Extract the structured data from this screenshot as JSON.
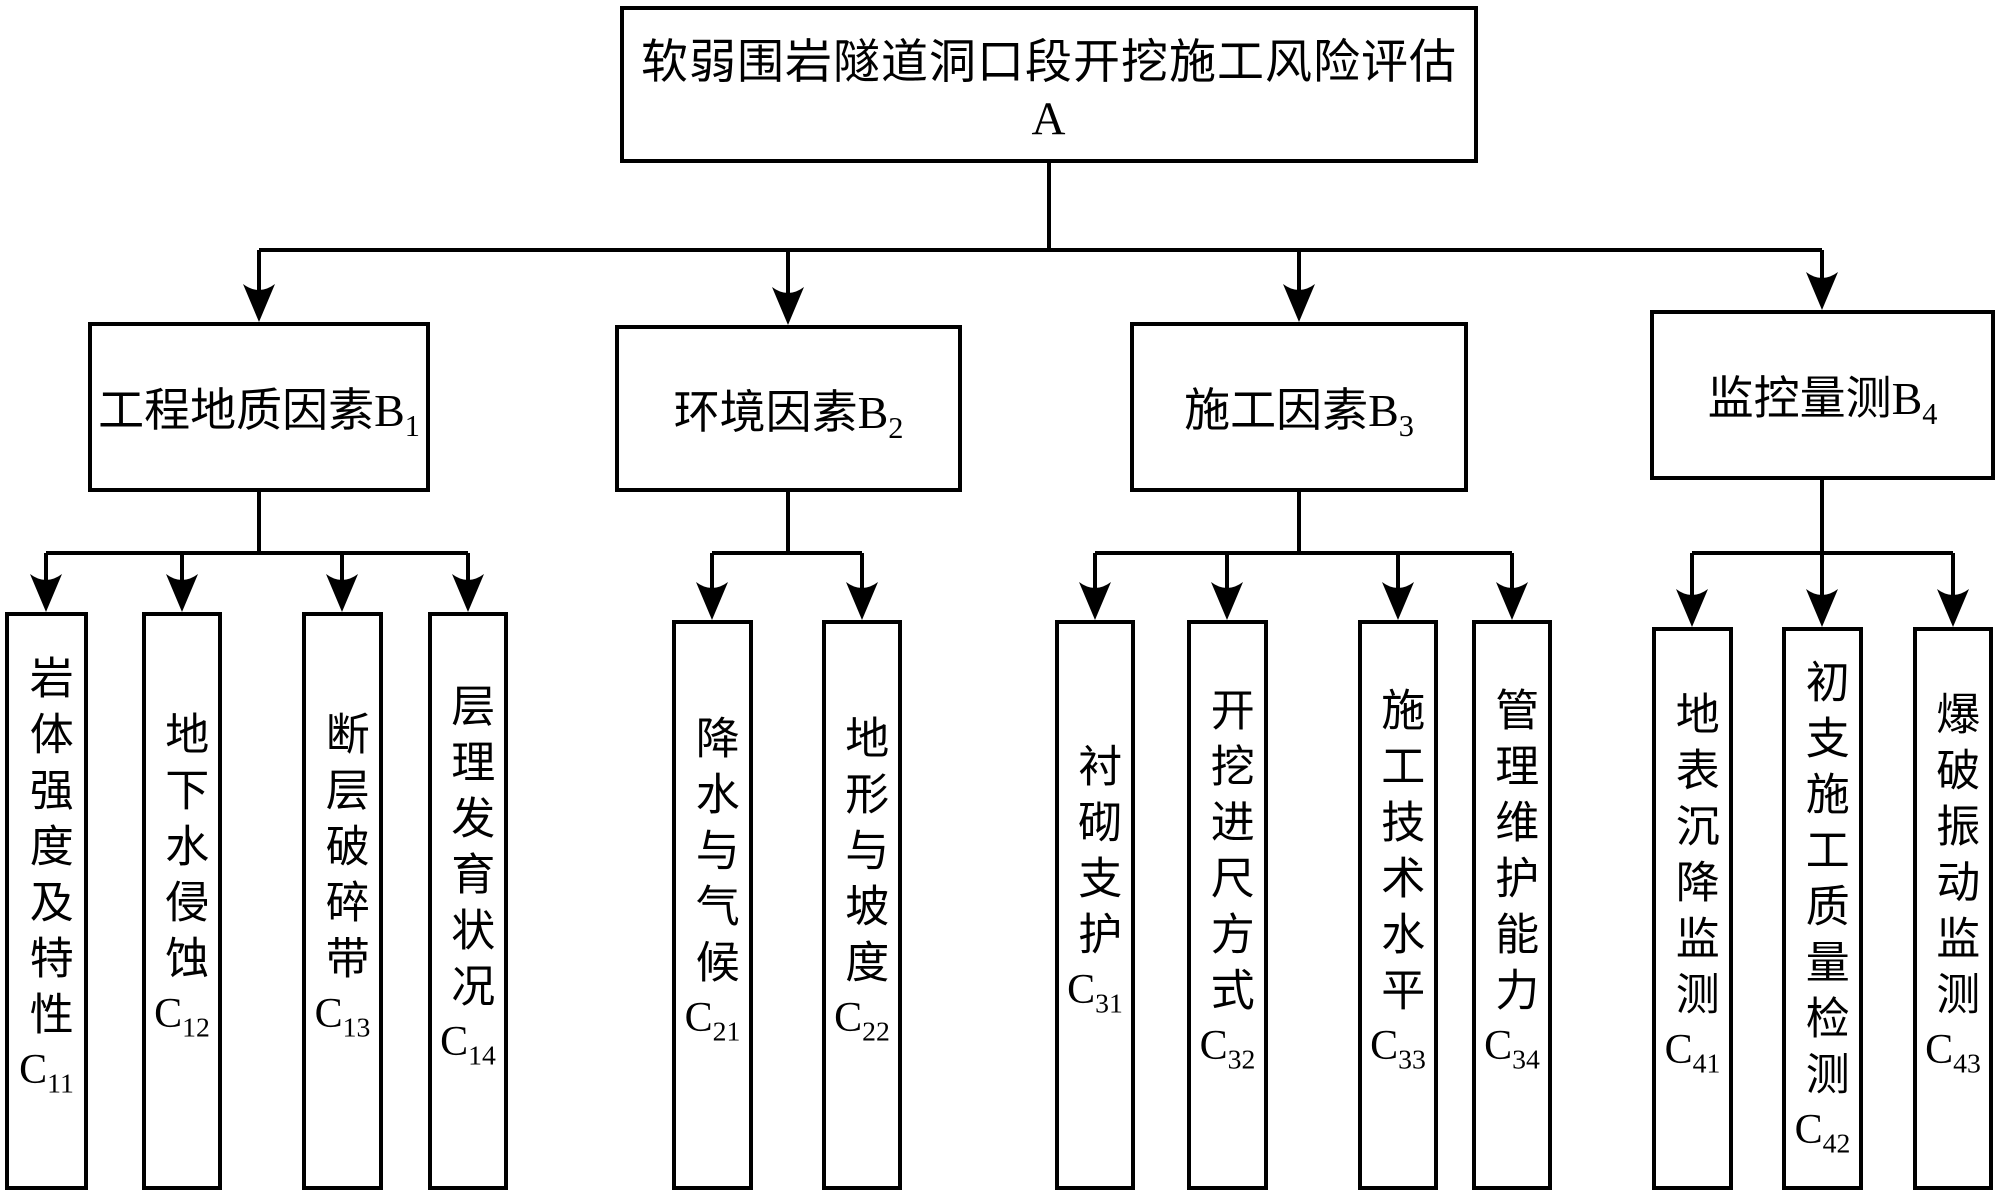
{
  "colors": {
    "line": "#000000",
    "box_border": "#000000",
    "background": "#ffffff",
    "text": "#000000"
  },
  "tree": {
    "root": {
      "label": "软弱围岩隧道洞口段开挖施工风险评估A"
    },
    "b_nodes": [
      {
        "label": "工程地质因素B",
        "sub": "1"
      },
      {
        "label": "环境因素B",
        "sub": "2"
      },
      {
        "label": "施工因素B",
        "sub": "3"
      },
      {
        "label": "监控量测B",
        "sub": "4"
      }
    ],
    "c_nodes": [
      {
        "chars": "岩体强度及特性",
        "letter": "C",
        "sub": "11"
      },
      {
        "chars": "地下水侵蚀",
        "letter": "C",
        "sub": "12"
      },
      {
        "chars": "断层破碎带",
        "letter": "C",
        "sub": "13"
      },
      {
        "chars": "层理发育状况",
        "letter": "C",
        "sub": "14"
      },
      {
        "chars": "降水与气候",
        "letter": "C",
        "sub": "21"
      },
      {
        "chars": "地形与坡度",
        "letter": "C",
        "sub": "22"
      },
      {
        "chars": "衬砌支护",
        "letter": "C",
        "sub": "31"
      },
      {
        "chars": "开挖进尺方式",
        "letter": "C",
        "sub": "32"
      },
      {
        "chars": "施工技术水平",
        "letter": "C",
        "sub": "33"
      },
      {
        "chars": "管理维护能力",
        "letter": "C",
        "sub": "34"
      },
      {
        "chars": "地表沉降监测",
        "letter": "C",
        "sub": "41"
      },
      {
        "chars": "初支施工质量检测",
        "letter": "C",
        "sub": "42"
      },
      {
        "chars": "爆破振动监测",
        "letter": "C",
        "sub": "43"
      }
    ]
  }
}
